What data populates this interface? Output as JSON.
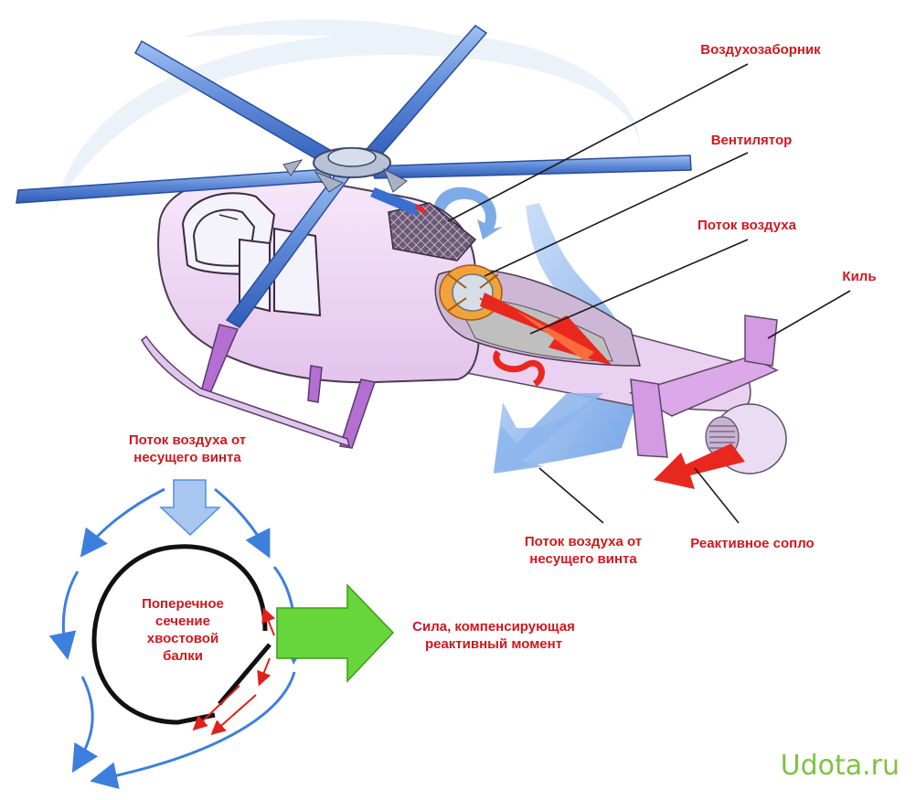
{
  "labels": {
    "air_intake": "Воздухозаборник",
    "fan": "Вентилятор",
    "air_flow": "Поток воздуха",
    "fin": "Киль",
    "rotor_flow_left": "Поток воздуха от\nнесущего винта",
    "rotor_flow_right": "Поток воздуха от\nнесущего винта",
    "jet_nozzle": "Реактивное сопло",
    "cross_section": "Поперечное\nсечение\nхвостовой\nбалки",
    "compensating_force": "Сила, компенсирующая\nреактивный момент"
  },
  "watermark": "Udota.ru",
  "colors": {
    "label_red": "#d0181e",
    "blade_blue": "#5b86d6",
    "fuselage_pink": "#efd6f4",
    "strut_purple": "#b36fd1",
    "flow_blue": "#4f8fe0",
    "force_green": "#66d63a",
    "exhaust_red": "#e8281e",
    "watermark_green": "#7ec244"
  }
}
